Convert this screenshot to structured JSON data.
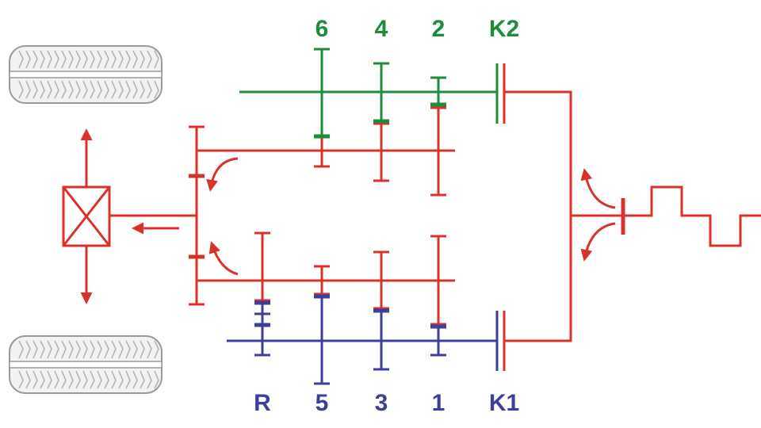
{
  "colors": {
    "red": "#d8322a",
    "green": "#1e8c3a",
    "blue": "#3d3f9a",
    "tire_fill": "#f2f2f2",
    "tire_line": "#9a9a9a"
  },
  "labels": {
    "top": {
      "gear6": "6",
      "gear4": "4",
      "gear2": "2",
      "clutch": "K2"
    },
    "bottom": {
      "reverse": "R",
      "gear5": "5",
      "gear3": "3",
      "gear1": "1",
      "clutch": "K1"
    }
  },
  "icons": {
    "tires": [
      "tire-icon",
      "tire-icon"
    ],
    "differential": "differential-icon",
    "engine_signal": "square-wave-icon"
  }
}
